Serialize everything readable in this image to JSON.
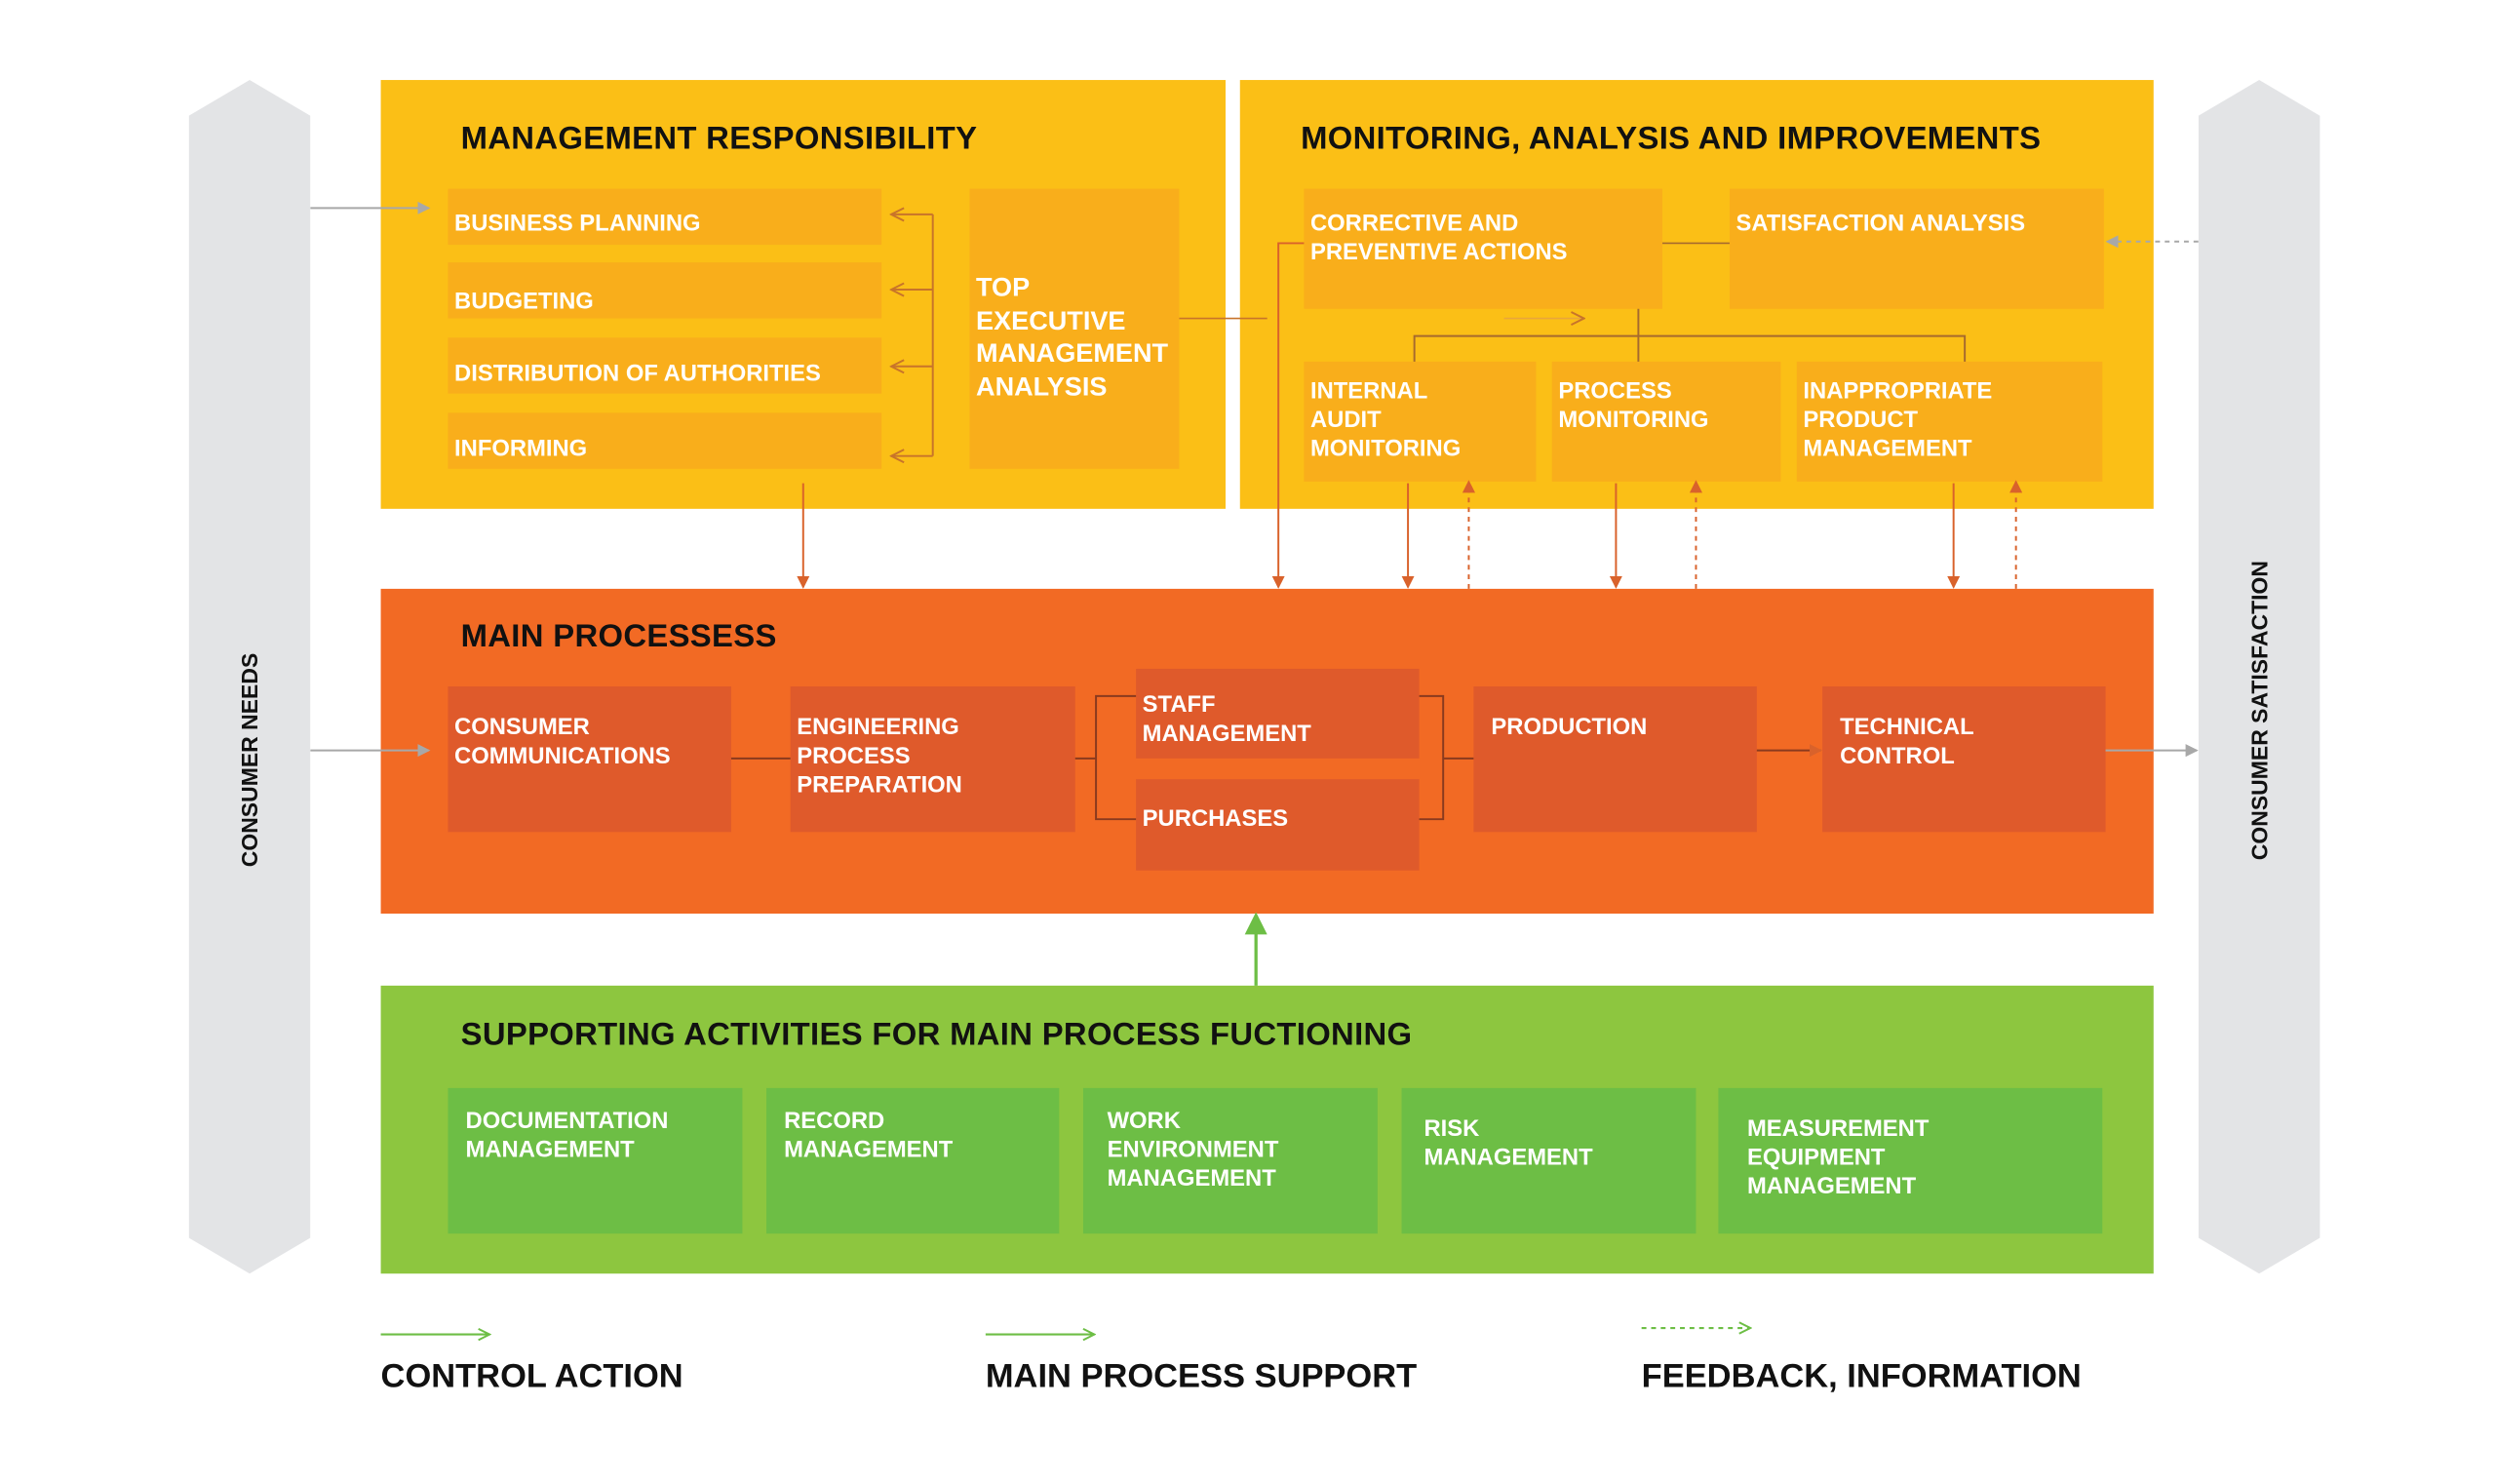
{
  "side": {
    "left_label": "CONSUMER NEEDS",
    "right_label": "CONSUMER SATISFACTION"
  },
  "management": {
    "title": "MANAGEMENT RESPONSIBILITY",
    "items": [
      "BUSINESS PLANNING",
      "BUDGETING",
      "DISTRIBUTION OF AUTHORITIES",
      "INFORMING"
    ],
    "top_exec": "TOP\nEXECUTIVE\nMANAGEMENT\nANALYSIS"
  },
  "monitoring": {
    "title": "MONITORING, ANALYSIS AND IMPROVEMENTS",
    "corrective": "CORRECTIVE AND\nPREVENTIVE ACTIONS",
    "satisfaction": "SATISFACTION ANALYSIS",
    "internal_audit": "INTERNAL\nAUDIT\nMONITORING",
    "process_monitoring": "PROCESS\nMONITORING",
    "inappropriate": "INAPPROPRIATE\nPRODUCT\nMANAGEMENT"
  },
  "main": {
    "title": "MAIN PROCESSESS",
    "consumer_comm": "CONSUMER\nCOMMUNICATIONS",
    "engineering": "ENGINEERING\nPROCESS\nPREPARATION",
    "staff": "STAFF\nMANAGEMENT",
    "purchases": "PURCHASES",
    "production": "PRODUCTION",
    "technical": "TECHNICAL\nCONTROL"
  },
  "support": {
    "title": "SUPPORTING ACTIVITIES FOR MAIN PROCESS FUCTIONING",
    "items": [
      "DOCUMENTATION\nMANAGEMENT",
      "RECORD\nMANAGEMENT",
      "WORK\nENVIRONMENT\nMANAGEMENT",
      "RISK\nMANAGEMENT",
      "MEASUREMENT\nEQUIPMENT\nMANAGEMENT"
    ]
  },
  "legend": {
    "control_action": "CONTROL ACTION",
    "main_support": "MAIN PROCESS SUPPORT",
    "feedback": "FEEDBACK, INFORMATION"
  },
  "colors": {
    "yellow_panel": "#FBBF16",
    "yellow_box": "#F9AE1B",
    "orange_panel": "#F26A24",
    "orange_box": "#DF5A2B",
    "green_panel": "#8DC63F",
    "green_box": "#6DBE45",
    "side_bar": "#E3E4E6",
    "arrow_orange": "#D9622B",
    "arrow_green": "#6DBE45",
    "arrow_gray": "#A8A8A8"
  }
}
